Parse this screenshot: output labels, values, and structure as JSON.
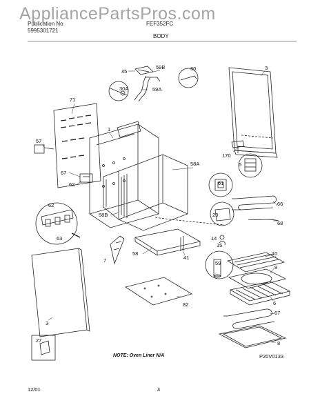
{
  "header": {
    "left_line1": "Publication No",
    "left_line2": "5995301721",
    "model": "FEF352FC",
    "section": "BODY",
    "watermark": "AppliancePartsPros.com"
  },
  "callouts": [
    {
      "id": "c45",
      "label": "45"
    },
    {
      "id": "c59b",
      "label": "59B"
    },
    {
      "id": "c30",
      "label": "30"
    },
    {
      "id": "c3a",
      "label": "3"
    },
    {
      "id": "c30a",
      "label": "30A"
    },
    {
      "id": "c59a",
      "label": "59A"
    },
    {
      "id": "c71",
      "label": "71"
    },
    {
      "id": "c1",
      "label": "1"
    },
    {
      "id": "c57",
      "label": "57"
    },
    {
      "id": "c170",
      "label": "170"
    },
    {
      "id": "c5",
      "label": "5"
    },
    {
      "id": "c58a",
      "label": "58A"
    },
    {
      "id": "c67a",
      "label": "67"
    },
    {
      "id": "c62a",
      "label": "62"
    },
    {
      "id": "c61",
      "label": "61"
    },
    {
      "id": "c66",
      "label": "66"
    },
    {
      "id": "c62b",
      "label": "62"
    },
    {
      "id": "c58b",
      "label": "58B"
    },
    {
      "id": "c29",
      "label": "29"
    },
    {
      "id": "c68",
      "label": "68"
    },
    {
      "id": "c63",
      "label": "63"
    },
    {
      "id": "c14",
      "label": "14"
    },
    {
      "id": "c15",
      "label": "15"
    },
    {
      "id": "c58",
      "label": "58"
    },
    {
      "id": "c10",
      "label": "10"
    },
    {
      "id": "c7",
      "label": "7"
    },
    {
      "id": "c41",
      "label": "41"
    },
    {
      "id": "c9",
      "label": "9"
    },
    {
      "id": "c59",
      "label": "59"
    },
    {
      "id": "c82",
      "label": "82"
    },
    {
      "id": "c6",
      "label": "6"
    },
    {
      "id": "c3b",
      "label": "3"
    },
    {
      "id": "c67b",
      "label": "67"
    },
    {
      "id": "c27",
      "label": "27"
    },
    {
      "id": "c8",
      "label": "8"
    }
  ],
  "note": "NOTE: Oven Liner N/A",
  "diagram_code": "P20V0133",
  "footer": {
    "date": "12/01",
    "page": "4"
  }
}
